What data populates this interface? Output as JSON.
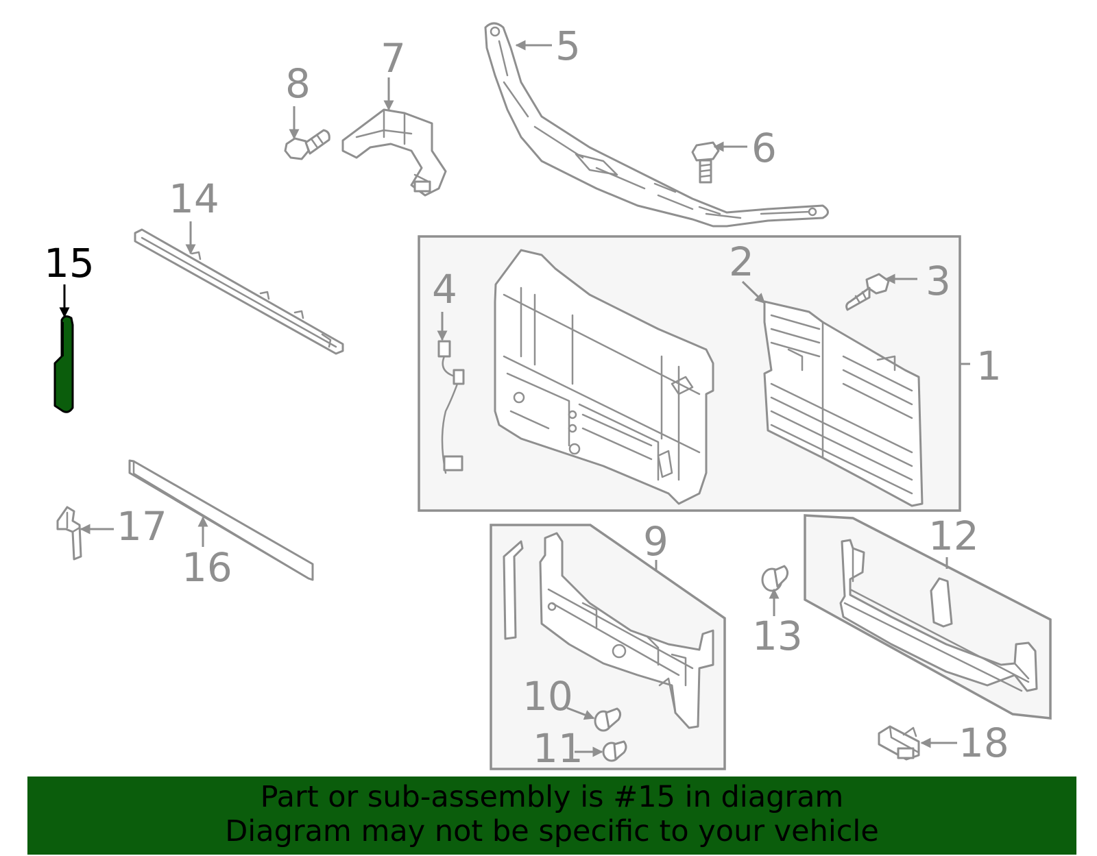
{
  "callouts": {
    "c1": "1",
    "c2": "2",
    "c3": "3",
    "c4": "4",
    "c5": "5",
    "c6": "6",
    "c7": "7",
    "c8": "8",
    "c9": "9",
    "c10": "10",
    "c11": "11",
    "c12": "12",
    "c13": "13",
    "c14": "14",
    "c15": "15",
    "c16": "16",
    "c17": "17",
    "c18": "18"
  },
  "highlight": {
    "part": "15",
    "color": "#0b5d0c"
  },
  "colors": {
    "line": "#8f8f8f",
    "box_fill": "#f6f6f6",
    "banner": "#0b5d0c"
  },
  "banner": {
    "line1": "Part or sub-assembly is #15 in diagram",
    "line2": "Diagram may not be specific to your vehicle"
  }
}
